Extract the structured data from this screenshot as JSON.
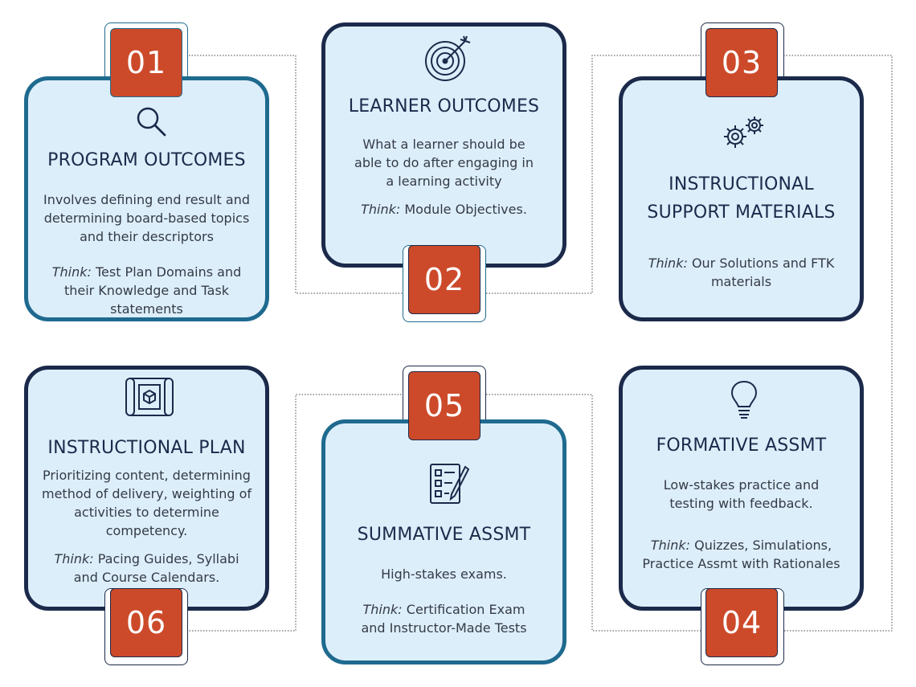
{
  "steps": [
    {
      "number": "01",
      "title": "PROGRAM OUTCOMES",
      "description": "Involves defining end result and determining board-based topics and their descriptors",
      "think_label": "Think:",
      "think_text": "Test Plan Domains and their Knowledge and Task statements",
      "icon": "magnifier-icon"
    },
    {
      "number": "02",
      "title": "LEARNER OUTCOMES",
      "description": "What a learner should be able to do after engaging in a learning activity",
      "think_label": "Think:",
      "think_text": "Module Objectives.",
      "icon": "target-icon"
    },
    {
      "number": "03",
      "title_line1": "INSTRUCTIONAL",
      "title_line2": "SUPPORT MATERIALS",
      "think_label": "Think:",
      "think_text": "Our Solutions and FTK materials",
      "icon": "gears-icon"
    },
    {
      "number": "04",
      "title": "FORMATIVE ASSMT",
      "description": "Low-stakes practice and testing with feedback.",
      "think_label": "Think:",
      "think_text": "Quizzes, Simulations, Practice Assmt with Rationales",
      "icon": "lightbulb-icon"
    },
    {
      "number": "05",
      "title": "SUMMATIVE ASSMT",
      "description": "High-stakes exams.",
      "think_label": "Think:",
      "think_text": "Certification Exam and Instructor-Made Tests",
      "icon": "checklist-icon"
    },
    {
      "number": "06",
      "title": "INSTRUCTIONAL PLAN",
      "description": "Prioritizing content, determining method of delivery, weighting of activities to determine competency.",
      "think_label": "Think:",
      "think_text": "Pacing Guides, Syllabi and Course Calendars.",
      "icon": "blueprint-icon"
    }
  ],
  "colors": {
    "card_fill": "#ddeefb",
    "teal_border": "#1f6a8f",
    "navy_border": "#1b2a4a",
    "tab_fill": "#cc4a2a",
    "text": "#333b46"
  }
}
